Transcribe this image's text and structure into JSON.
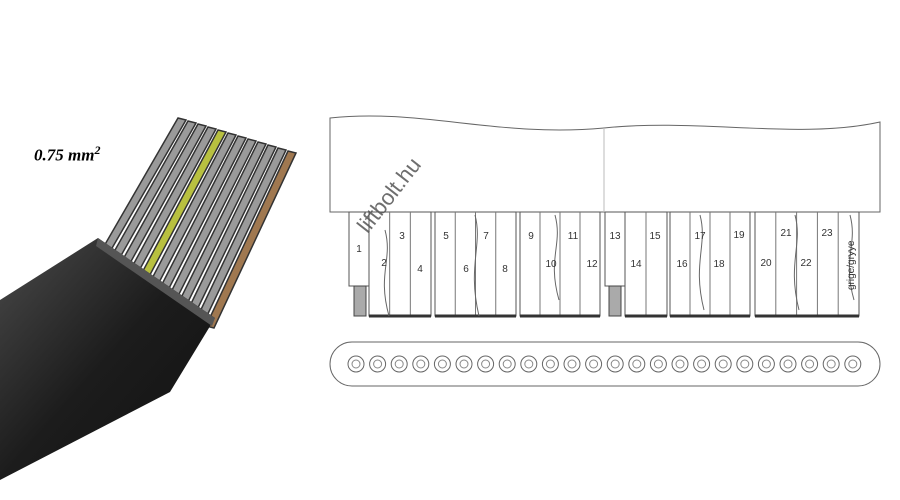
{
  "cross_section_label": {
    "value": "0.75 mm",
    "exponent": "2"
  },
  "watermark": "liftbolt.hu",
  "diagram": {
    "wire_numbers": [
      "1",
      "2",
      "3",
      "4",
      "5",
      "6",
      "7",
      "8",
      "9",
      "10",
      "11",
      "12",
      "13",
      "14",
      "15",
      "16",
      "17",
      "18",
      "19",
      "20",
      "21",
      "22",
      "23"
    ],
    "gray_wire_label": "grige/gryye"
  },
  "colors": {
    "jacket": "#1a1a1a",
    "wire": "#9a9a9a",
    "line": "#555555",
    "yellow_green": "#b8c040"
  }
}
